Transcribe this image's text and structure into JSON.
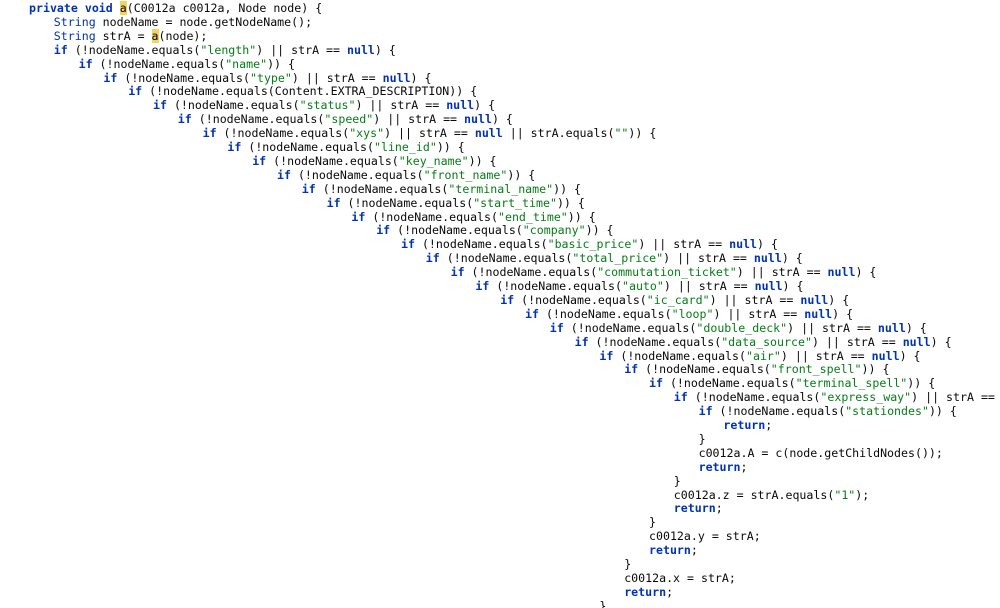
{
  "editor": {
    "lines": [
      {
        "indent": 0,
        "tokens": [
          {
            "t": "private void ",
            "c": "kw"
          },
          {
            "t": "a",
            "c": "hl"
          },
          {
            "t": "(C0012a c0012a, Node node) {"
          }
        ]
      },
      {
        "indent": 1,
        "tokens": [
          {
            "t": "String ",
            "c": "ty"
          },
          {
            "t": "nodeName = node.getNodeName();"
          }
        ]
      },
      {
        "indent": 1,
        "tokens": [
          {
            "t": "String ",
            "c": "ty"
          },
          {
            "t": "strA = "
          },
          {
            "t": "a",
            "c": "hl"
          },
          {
            "t": "(node);"
          }
        ]
      },
      {
        "indent": 1,
        "tokens": [
          {
            "t": "if ",
            "c": "kw"
          },
          {
            "t": "(!nodeName.equals("
          },
          {
            "t": "\"length\"",
            "c": "str"
          },
          {
            "t": ") || strA == "
          },
          {
            "t": "null",
            "c": "kw"
          },
          {
            "t": ") {"
          }
        ]
      },
      {
        "indent": 2,
        "tokens": [
          {
            "t": "if ",
            "c": "kw"
          },
          {
            "t": "(!nodeName.equals("
          },
          {
            "t": "\"name\"",
            "c": "str"
          },
          {
            "t": ")) {"
          }
        ]
      },
      {
        "indent": 3,
        "tokens": [
          {
            "t": "if ",
            "c": "kw"
          },
          {
            "t": "(!nodeName.equals("
          },
          {
            "t": "\"type\"",
            "c": "str"
          },
          {
            "t": ") || strA == "
          },
          {
            "t": "null",
            "c": "kw"
          },
          {
            "t": ") {"
          }
        ]
      },
      {
        "indent": 4,
        "tokens": [
          {
            "t": "if ",
            "c": "kw"
          },
          {
            "t": "(!nodeName.equals(Content.EXTRA_DESCRIPTION)) {"
          }
        ]
      },
      {
        "indent": 5,
        "tokens": [
          {
            "t": "if ",
            "c": "kw"
          },
          {
            "t": "(!nodeName.equals("
          },
          {
            "t": "\"status\"",
            "c": "str"
          },
          {
            "t": ") || strA == "
          },
          {
            "t": "null",
            "c": "kw"
          },
          {
            "t": ") {"
          }
        ]
      },
      {
        "indent": 6,
        "tokens": [
          {
            "t": "if ",
            "c": "kw"
          },
          {
            "t": "(!nodeName.equals("
          },
          {
            "t": "\"speed\"",
            "c": "str"
          },
          {
            "t": ") || strA == "
          },
          {
            "t": "null",
            "c": "kw"
          },
          {
            "t": ") {"
          }
        ]
      },
      {
        "indent": 7,
        "tokens": [
          {
            "t": "if ",
            "c": "kw"
          },
          {
            "t": "(!nodeName.equals("
          },
          {
            "t": "\"xys\"",
            "c": "str"
          },
          {
            "t": ") || strA == "
          },
          {
            "t": "null",
            "c": "kw"
          },
          {
            "t": " || strA.equals("
          },
          {
            "t": "\"\"",
            "c": "str"
          },
          {
            "t": ")) {"
          }
        ]
      },
      {
        "indent": 8,
        "tokens": [
          {
            "t": "if ",
            "c": "kw"
          },
          {
            "t": "(!nodeName.equals("
          },
          {
            "t": "\"line_id\"",
            "c": "str"
          },
          {
            "t": ")) {"
          }
        ]
      },
      {
        "indent": 9,
        "tokens": [
          {
            "t": "if ",
            "c": "kw"
          },
          {
            "t": "(!nodeName.equals("
          },
          {
            "t": "\"key_name\"",
            "c": "str"
          },
          {
            "t": ")) {"
          }
        ]
      },
      {
        "indent": 10,
        "tokens": [
          {
            "t": "if ",
            "c": "kw"
          },
          {
            "t": "(!nodeName.equals("
          },
          {
            "t": "\"front_name\"",
            "c": "str"
          },
          {
            "t": ")) {"
          }
        ]
      },
      {
        "indent": 11,
        "tokens": [
          {
            "t": "if ",
            "c": "kw"
          },
          {
            "t": "(!nodeName.equals("
          },
          {
            "t": "\"terminal_name\"",
            "c": "str"
          },
          {
            "t": ")) {"
          }
        ]
      },
      {
        "indent": 12,
        "tokens": [
          {
            "t": "if ",
            "c": "kw"
          },
          {
            "t": "(!nodeName.equals("
          },
          {
            "t": "\"start_time\"",
            "c": "str"
          },
          {
            "t": ")) {"
          }
        ]
      },
      {
        "indent": 13,
        "tokens": [
          {
            "t": "if ",
            "c": "kw"
          },
          {
            "t": "(!nodeName.equals("
          },
          {
            "t": "\"end_time\"",
            "c": "str"
          },
          {
            "t": ")) {"
          }
        ]
      },
      {
        "indent": 14,
        "tokens": [
          {
            "t": "if ",
            "c": "kw"
          },
          {
            "t": "(!nodeName.equals("
          },
          {
            "t": "\"company\"",
            "c": "str"
          },
          {
            "t": ")) {"
          }
        ]
      },
      {
        "indent": 15,
        "tokens": [
          {
            "t": "if ",
            "c": "kw"
          },
          {
            "t": "(!nodeName.equals("
          },
          {
            "t": "\"basic_price\"",
            "c": "str"
          },
          {
            "t": ") || strA == "
          },
          {
            "t": "null",
            "c": "kw"
          },
          {
            "t": ") {"
          }
        ]
      },
      {
        "indent": 16,
        "tokens": [
          {
            "t": "if ",
            "c": "kw"
          },
          {
            "t": "(!nodeName.equals("
          },
          {
            "t": "\"total_price\"",
            "c": "str"
          },
          {
            "t": ") || strA == "
          },
          {
            "t": "null",
            "c": "kw"
          },
          {
            "t": ") {"
          }
        ]
      },
      {
        "indent": 17,
        "tokens": [
          {
            "t": "if ",
            "c": "kw"
          },
          {
            "t": "(!nodeName.equals("
          },
          {
            "t": "\"commutation_ticket\"",
            "c": "str"
          },
          {
            "t": ") || strA == "
          },
          {
            "t": "null",
            "c": "kw"
          },
          {
            "t": ") {"
          }
        ]
      },
      {
        "indent": 18,
        "tokens": [
          {
            "t": "if ",
            "c": "kw"
          },
          {
            "t": "(!nodeName.equals("
          },
          {
            "t": "\"auto\"",
            "c": "str"
          },
          {
            "t": ") || strA == "
          },
          {
            "t": "null",
            "c": "kw"
          },
          {
            "t": ") {"
          }
        ]
      },
      {
        "indent": 19,
        "tokens": [
          {
            "t": "if ",
            "c": "kw"
          },
          {
            "t": "(!nodeName.equals("
          },
          {
            "t": "\"ic_card\"",
            "c": "str"
          },
          {
            "t": ") || strA == "
          },
          {
            "t": "null",
            "c": "kw"
          },
          {
            "t": ") {"
          }
        ]
      },
      {
        "indent": 20,
        "tokens": [
          {
            "t": "if ",
            "c": "kw"
          },
          {
            "t": "(!nodeName.equals("
          },
          {
            "t": "\"loop\"",
            "c": "str"
          },
          {
            "t": ") || strA == "
          },
          {
            "t": "null",
            "c": "kw"
          },
          {
            "t": ") {"
          }
        ]
      },
      {
        "indent": 21,
        "tokens": [
          {
            "t": "if ",
            "c": "kw"
          },
          {
            "t": "(!nodeName.equals("
          },
          {
            "t": "\"double_deck\"",
            "c": "str"
          },
          {
            "t": ") || strA == "
          },
          {
            "t": "null",
            "c": "kw"
          },
          {
            "t": ") {"
          }
        ]
      },
      {
        "indent": 22,
        "tokens": [
          {
            "t": "if ",
            "c": "kw"
          },
          {
            "t": "(!nodeName.equals("
          },
          {
            "t": "\"data_source\"",
            "c": "str"
          },
          {
            "t": ") || strA == "
          },
          {
            "t": "null",
            "c": "kw"
          },
          {
            "t": ") {"
          }
        ]
      },
      {
        "indent": 23,
        "tokens": [
          {
            "t": "if ",
            "c": "kw"
          },
          {
            "t": "(!nodeName.equals("
          },
          {
            "t": "\"air\"",
            "c": "str"
          },
          {
            "t": ") || strA == "
          },
          {
            "t": "null",
            "c": "kw"
          },
          {
            "t": ") {"
          }
        ]
      },
      {
        "indent": 24,
        "tokens": [
          {
            "t": "if ",
            "c": "kw"
          },
          {
            "t": "(!nodeName.equals("
          },
          {
            "t": "\"front_spell\"",
            "c": "str"
          },
          {
            "t": ")) {"
          }
        ]
      },
      {
        "indent": 25,
        "tokens": [
          {
            "t": "if ",
            "c": "kw"
          },
          {
            "t": "(!nodeName.equals("
          },
          {
            "t": "\"terminal_spell\"",
            "c": "str"
          },
          {
            "t": ")) {"
          }
        ]
      },
      {
        "indent": 26,
        "tokens": [
          {
            "t": "if ",
            "c": "kw"
          },
          {
            "t": "(!nodeName.equals("
          },
          {
            "t": "\"express_way\"",
            "c": "str"
          },
          {
            "t": ") || strA == "
          },
          {
            "t": "null",
            "c": "kw"
          },
          {
            "t": ") {"
          }
        ]
      },
      {
        "indent": 27,
        "tokens": [
          {
            "t": "if ",
            "c": "kw"
          },
          {
            "t": "(!nodeName.equals("
          },
          {
            "t": "\"stationdes\"",
            "c": "str"
          },
          {
            "t": ")) {"
          }
        ]
      },
      {
        "indent": 28,
        "tokens": [
          {
            "t": "return",
            "c": "kw"
          },
          {
            "t": ";"
          }
        ]
      },
      {
        "indent": 27,
        "tokens": [
          {
            "t": "}"
          }
        ]
      },
      {
        "indent": 27,
        "tokens": [
          {
            "t": "c0012a.A = c(node.getChildNodes());"
          }
        ]
      },
      {
        "indent": 27,
        "tokens": [
          {
            "t": "return",
            "c": "kw"
          },
          {
            "t": ";"
          }
        ]
      },
      {
        "indent": 26,
        "tokens": [
          {
            "t": "}"
          }
        ]
      },
      {
        "indent": 26,
        "tokens": [
          {
            "t": "c0012a.z = strA.equals("
          },
          {
            "t": "\"1\"",
            "c": "str"
          },
          {
            "t": ");"
          }
        ]
      },
      {
        "indent": 26,
        "tokens": [
          {
            "t": "return",
            "c": "kw"
          },
          {
            "t": ";"
          }
        ]
      },
      {
        "indent": 25,
        "tokens": [
          {
            "t": "}"
          }
        ]
      },
      {
        "indent": 25,
        "tokens": [
          {
            "t": "c0012a.y = strA;"
          }
        ]
      },
      {
        "indent": 25,
        "tokens": [
          {
            "t": "return",
            "c": "kw"
          },
          {
            "t": ";"
          }
        ]
      },
      {
        "indent": 24,
        "tokens": [
          {
            "t": "}"
          }
        ]
      },
      {
        "indent": 24,
        "tokens": [
          {
            "t": "c0012a.x = strA;"
          }
        ]
      },
      {
        "indent": 24,
        "tokens": [
          {
            "t": "return",
            "c": "kw"
          },
          {
            "t": ";"
          }
        ]
      },
      {
        "indent": 23,
        "tokens": [
          {
            "t": "}"
          }
        ]
      }
    ]
  }
}
